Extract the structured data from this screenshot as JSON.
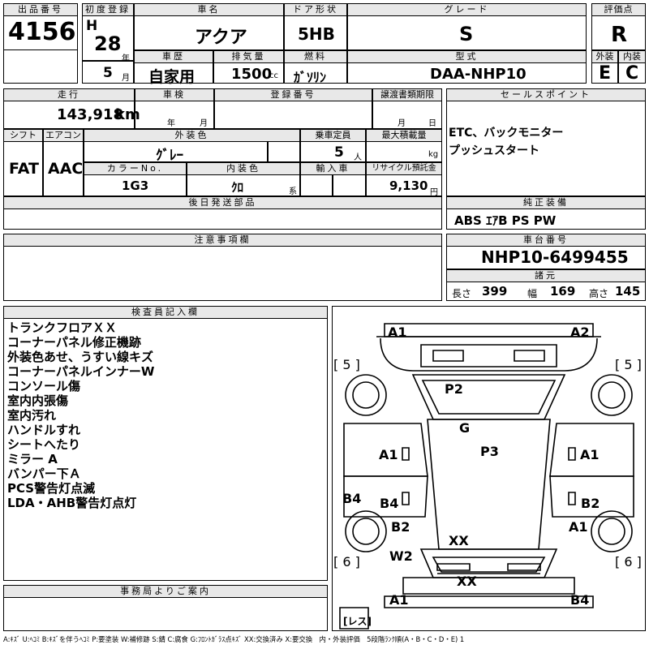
{
  "header": {
    "lot_label": "出品番号",
    "lot_no": "4156",
    "first_reg_label": "初度登録",
    "era": "H",
    "year": "28",
    "year_unit": "年",
    "month": "5",
    "month_unit": "月",
    "name_label": "車名",
    "name": "アクア",
    "door_label": "ドア形状",
    "door": "5HB",
    "grade_label": "グレード",
    "grade": "S",
    "score_label": "評価点",
    "score": "R",
    "history_label": "車歴",
    "history": "自家用",
    "disp_label": "排気量",
    "disp": "1500",
    "disp_unit": "cc",
    "fuel_label": "燃料",
    "fuel": "ｶﾞｿﾘﾝ",
    "model_label": "型式",
    "model": "DAA-NHP10",
    "ext_label": "外装",
    "ext": "E",
    "int_label": "内装",
    "int": "C"
  },
  "mid": {
    "mileage_label": "走行",
    "mileage": "143,918",
    "mileage_unit": "km",
    "inspect_label": "車検",
    "inspect_y": "年",
    "inspect_m": "月",
    "regno_label": "登録番号",
    "transfer_label": "譲渡書類期限",
    "transfer_m": "月",
    "transfer_d": "日",
    "sales_label": "セールスポイント",
    "sales": [
      "ETC、バックモニター",
      "プッシュスタート"
    ],
    "shift_label": "シフト",
    "shift": "FAT",
    "ac_label": "エアコン",
    "ac": "AAC",
    "color_label": "外装色",
    "color": "ｸﾞﾚｰ",
    "cap_label": "乗車定員",
    "cap": "5",
    "cap_unit": "人",
    "load_label": "最大積載量",
    "load_unit": "kg",
    "colorno_label": "カラーNo.",
    "colorno": "1G3",
    "intcolor_label": "内装色",
    "intcolor": "ｸﾛ",
    "intcolor_unit": "系",
    "import_label": "輸入車",
    "recycle_label": "リサイクル預託金",
    "recycle": "9,130",
    "recycle_unit": "円",
    "parts_label": "後日発送部品",
    "equip_label": "純正装備",
    "equip": "ABS ｴｱB PS PW",
    "notes_label": "注意事項欄",
    "chassis_label": "車台番号",
    "chassis": "NHP10-6499455",
    "spec_label": "諸元",
    "len_label": "長さ",
    "len": "399",
    "wid_label": "幅",
    "wid": "169",
    "hgt_label": "高さ",
    "hgt": "145"
  },
  "inspector": {
    "label": "検査員記入欄",
    "lines": [
      "トランクフロアＸＸ",
      "コーナーパネル修正機跡",
      "外装色あせ、うすい線キズ",
      "コーナーパネルインナーW",
      "コンソール傷",
      "室内内張傷",
      "室内汚れ",
      "ハンドルすれ",
      "シートへたり",
      "ミラー A",
      "バンパー下Ａ",
      "PCS警告灯点滅",
      "LDA・AHB警告灯点灯"
    ]
  },
  "diagram": {
    "marks": {
      "a1_tl": "A1",
      "a2_tr": "A2",
      "p2": "P2",
      "g": "G",
      "p3": "P3",
      "a1_l": "A1",
      "a1_r": "A1",
      "b4_l": "B4",
      "b4_il": "B4",
      "b2_r": "B2",
      "b2_l": "B2",
      "a1_rr": "A1",
      "xx_c": "XX",
      "w2": "W2",
      "xx_b": "XX",
      "a1_bl": "A1",
      "b4_br": "B4"
    },
    "brackets": {
      "tl": "[ 5 ]",
      "tr": "[ 5 ]",
      "bl": "[ 6 ]",
      "br": "[ 6 ]",
      "spare": "[レス]"
    }
  },
  "office": {
    "label": "事務局よりご案内"
  },
  "legend": "A:ｷｽﾞ U:ﾍｺﾐ B:ｷｽﾞを伴うﾍｺﾐ P:要塗装 W:補修跡 S:錆 C:腐食 G:ﾌﾛﾝﾄｶﾞﾗｽ点ｷｽﾞ XX:交換済み X:要交換　内・外装評価　5段階ﾗﾝｸ順(A・B・C・D・E) 1"
}
